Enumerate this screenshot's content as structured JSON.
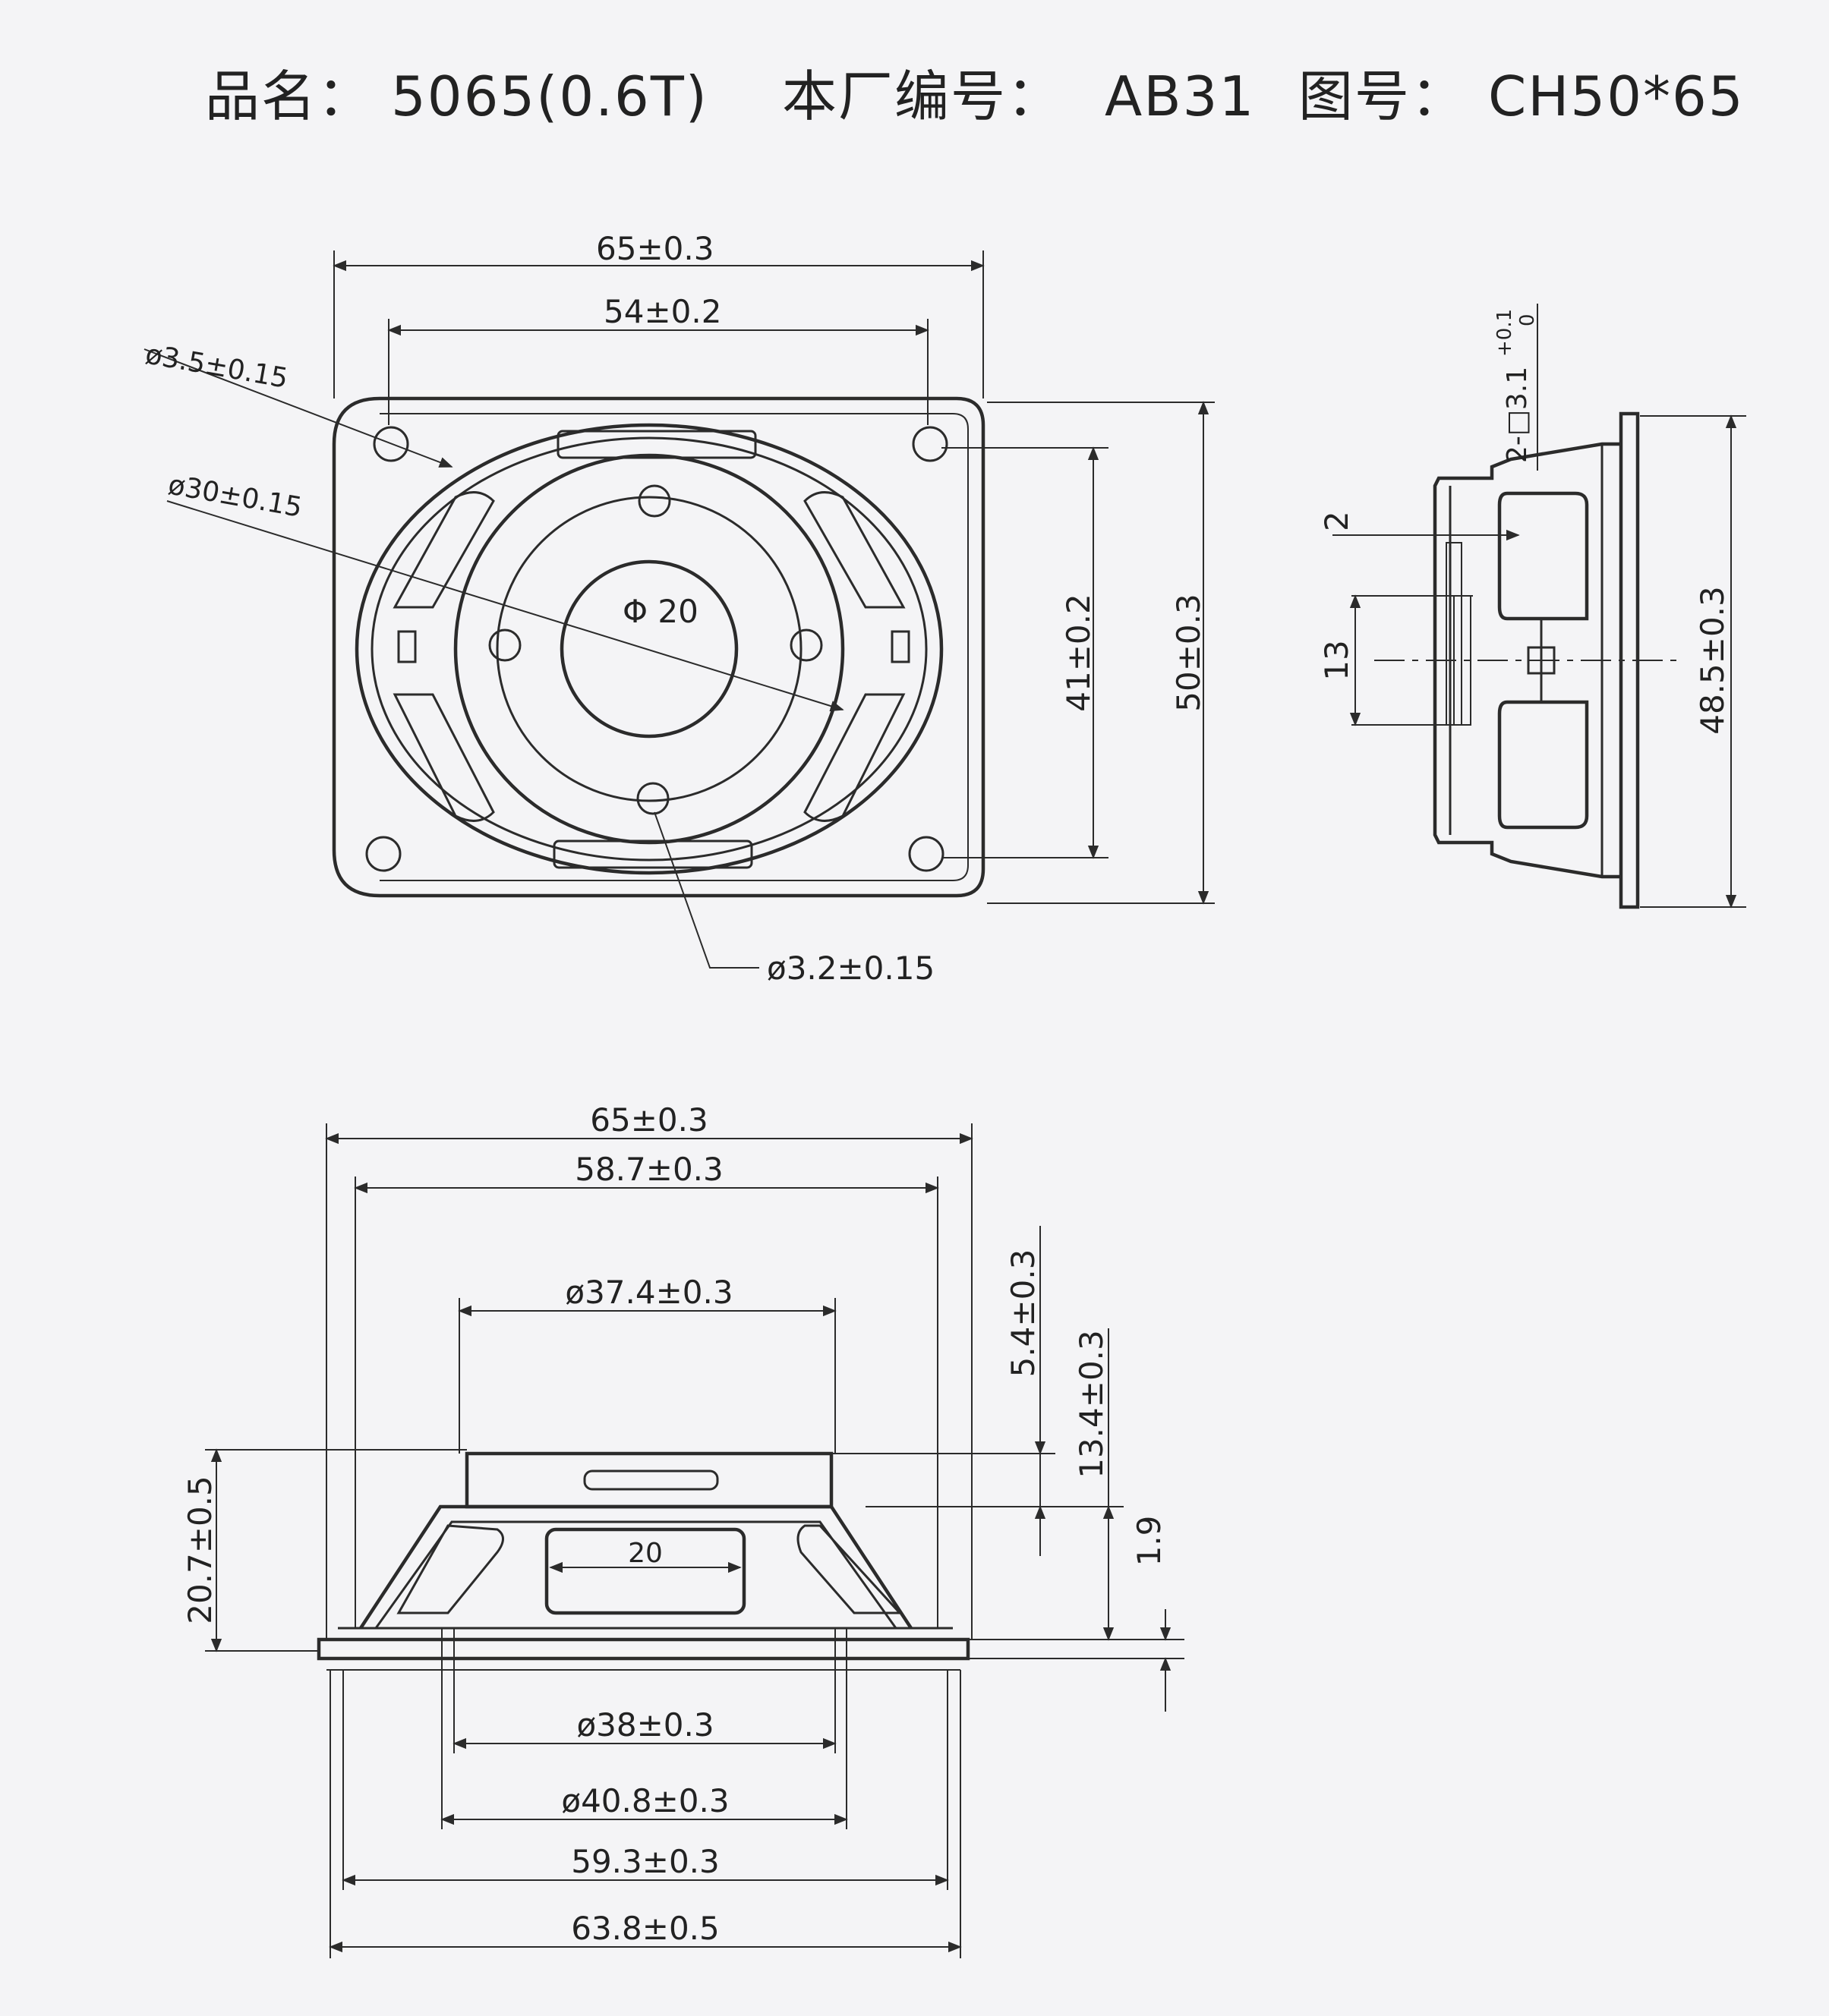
{
  "header": {
    "product_label": "品名：",
    "product_value": "5065(0.6T)",
    "factory_label": "本厂编号：",
    "factory_value": "AB31",
    "drawing_label": "图号：",
    "drawing_value": "CH50*65"
  },
  "front_view": {
    "width_outer": "65±0.3",
    "hole_spacing_h": "54±0.2",
    "corner_hole": "ø3.5±0.15",
    "inner_circle": "ø30±0.15",
    "magnet": "Φ 20",
    "small_hole": "ø3.2±0.15",
    "hole_spacing_v": "41±0.2",
    "height_outer": "50±0.3"
  },
  "side_view": {
    "tol_top": "+0.1",
    "tol_bottom": "0",
    "depth_note": "2-□3.1",
    "dim_2": "2",
    "dim_13": "13",
    "height": "48.5±0.3"
  },
  "section_view": {
    "width_outer": "65±0.3",
    "width_inner": "58.7±0.3",
    "top_diameter": "ø37.4±0.3",
    "total_height": "20.7±0.5",
    "height_top": "5.4±0.3",
    "height_mid": "13.4±0.3",
    "flange": "1.9",
    "magnet_width": "20",
    "dia_38": "ø38±0.3",
    "dia_40_8": "ø40.8±0.3",
    "width_59_3": "59.3±0.3",
    "width_63_8": "63.8±0.5"
  }
}
